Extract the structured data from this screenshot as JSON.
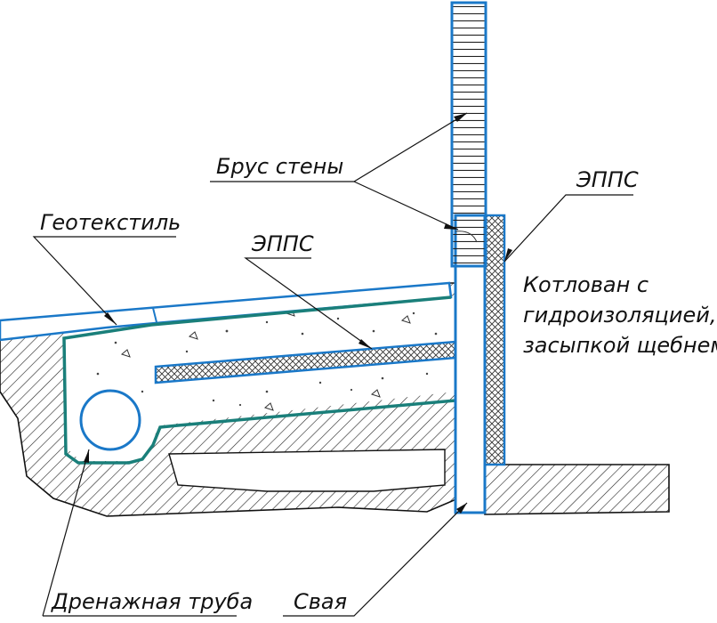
{
  "labels": {
    "beam": "Брус стены",
    "geotextile": "Геотекстиль",
    "epps_top": "ЭППС",
    "epps_mid": "ЭППС",
    "pit_line1": "Котлован с",
    "pit_line2": "гидроизоляцией,",
    "pit_line3": "засыпкой щебнем...",
    "drain_pipe": "Дренажная труба",
    "pile": "Свая"
  },
  "colors": {
    "outline_blue": "#1a78c8",
    "geotextile_teal": "#1a7f7a",
    "ink": "#111111"
  }
}
